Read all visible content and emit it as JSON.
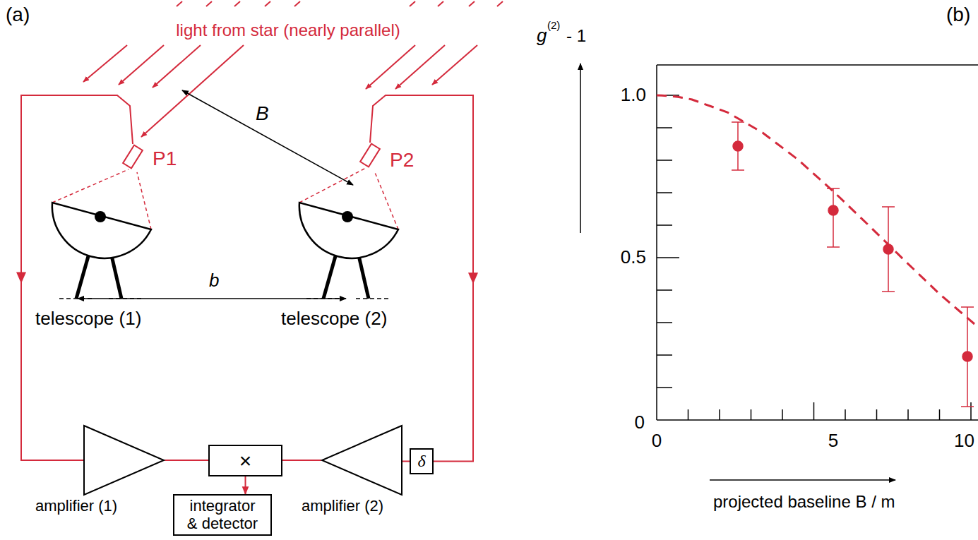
{
  "diagram": {
    "nodes": [
      {
        "text": [
          "P1"
        ]
      },
      {
        "text": [
          "P2"
        ]
      },
      {
        "text": [
          "telescope (1)"
        ]
      },
      {
        "text": [
          "telescope (2)"
        ]
      },
      {
        "text": [
          "amplifier (1)"
        ]
      },
      {
        "text": [
          "×"
        ]
      },
      {
        "text": [
          "amplifier (2)"
        ]
      },
      {
        "text": [
          "δ"
        ]
      },
      {
        "text": [
          "integrator & detector"
        ]
      }
    ],
    "edges": [
      {
        "from": 0,
        "to": 4,
        "arrow": "to"
      },
      {
        "from": 1,
        "to": 7,
        "arrow": "to"
      },
      {
        "from": 4,
        "to": 5,
        "arrow": "none"
      },
      {
        "from": 7,
        "to": 6,
        "arrow": "none"
      },
      {
        "from": 6,
        "to": 5,
        "arrow": "none"
      },
      {
        "from": 5,
        "to": 8,
        "arrow": "to"
      }
    ],
    "labels": [
      "(a)",
      "light from star (nearly parallel)",
      "B",
      "b",
      "(b)",
      "g",
      "(2)",
      "- 1",
      "1.0",
      "0.5",
      "0",
      "0",
      "5",
      "10",
      "projected baseline B / m"
    ]
  }
}
